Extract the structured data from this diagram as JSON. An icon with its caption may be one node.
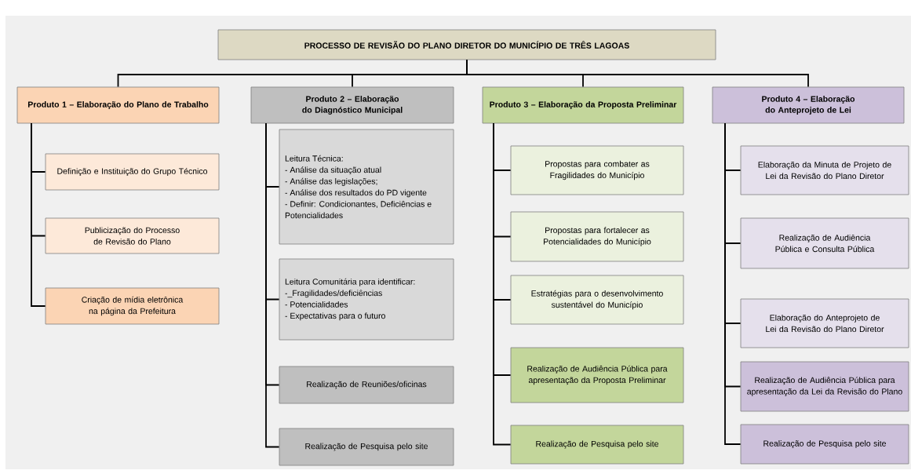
{
  "diagram": {
    "nodes": [
      {
        "text": [
          "PROCESSO DE REVISÃO DO PLANO DIRETOR DO MUNICÍPIO DE TRÊS LAGOAS"
        ]
      },
      {
        "text": [
          "Produto 1 – Elaboração do Plano de Trabalho"
        ]
      },
      {
        "text": [
          "Produto 2 – Elaboração do Diagnóstico Municipal"
        ]
      },
      {
        "text": [
          "Produto 3 – Elaboração da Proposta Preliminar"
        ]
      },
      {
        "text": [
          "Produto 4 – Elaboração do Anteprojeto de Lei"
        ]
      },
      {
        "text": [
          "Definição e Instituição do Grupo Técnico"
        ]
      },
      {
        "text": [
          "Publicização do Processo de Revisão do Plano"
        ]
      },
      {
        "text": [
          "Criação de mídia eletrônica na página da Prefeitura"
        ]
      },
      {
        "text": [
          "Leitura Técnica:",
          "- Análise da situação atual",
          "- Análise das legislações;",
          "- Análise dos resultados do PD vigente",
          "- Definir: Condicionantes, Deficiências e Potencialidades"
        ]
      },
      {
        "text": [
          "Leitura Comunitária para identificar:",
          "-_Fragilidades/deficiências",
          "- Potencialidades",
          "- Expectativas para o futuro"
        ]
      },
      {
        "text": [
          "Realização de Reuniões/oficinas"
        ]
      },
      {
        "text": [
          "Realização de Pesquisa pelo site"
        ]
      },
      {
        "text": [
          "Propostas para combater as Fragilidades do Município"
        ]
      },
      {
        "text": [
          "Propostas para fortalecer as Potencialidades do Município"
        ]
      },
      {
        "text": [
          "Estratégias para o desenvolvimento sustentável do Município"
        ]
      },
      {
        "text": [
          "Realização de Audiência Pública para apresentação da Proposta Preliminar"
        ]
      },
      {
        "text": [
          "Realização de Pesquisa pelo site"
        ]
      },
      {
        "text": [
          "Elaboração da Minuta de Projeto de Lei da Revisão do Plano Diretor"
        ]
      },
      {
        "text": [
          "Realização de Audiência Pública e Consulta Pública"
        ]
      },
      {
        "text": [
          "Elaboração do Anteprojeto de Lei da Revisão do Plano Diretor"
        ]
      },
      {
        "text": [
          "Realização de Audiência Pública para apresentação da Lei da Revisão do Plano"
        ]
      },
      {
        "text": [
          "Realização de Pesquisa pelo site"
        ]
      }
    ],
    "edges": [
      {
        "from": 0,
        "to": 1,
        "arrow": "none"
      },
      {
        "from": 0,
        "to": 2,
        "arrow": "none"
      },
      {
        "from": 0,
        "to": 3,
        "arrow": "none"
      },
      {
        "from": 0,
        "to": 4,
        "arrow": "none"
      },
      {
        "from": 1,
        "to": 5,
        "arrow": "none"
      },
      {
        "from": 1,
        "to": 6,
        "arrow": "none"
      },
      {
        "from": 1,
        "to": 7,
        "arrow": "none"
      },
      {
        "from": 2,
        "to": 8,
        "arrow": "none"
      },
      {
        "from": 2,
        "to": 9,
        "arrow": "none"
      },
      {
        "from": 2,
        "to": 10,
        "arrow": "none"
      },
      {
        "from": 2,
        "to": 11,
        "arrow": "none"
      },
      {
        "from": 3,
        "to": 12,
        "arrow": "none"
      },
      {
        "from": 3,
        "to": 13,
        "arrow": "none"
      },
      {
        "from": 3,
        "to": 14,
        "arrow": "none"
      },
      {
        "from": 3,
        "to": 15,
        "arrow": "none"
      },
      {
        "from": 3,
        "to": 16,
        "arrow": "none"
      },
      {
        "from": 4,
        "to": 17,
        "arrow": "none"
      },
      {
        "from": 4,
        "to": 18,
        "arrow": "none"
      },
      {
        "from": 4,
        "to": 19,
        "arrow": "none"
      },
      {
        "from": 4,
        "to": 20,
        "arrow": "none"
      },
      {
        "from": 4,
        "to": 21,
        "arrow": "none"
      }
    ]
  }
}
